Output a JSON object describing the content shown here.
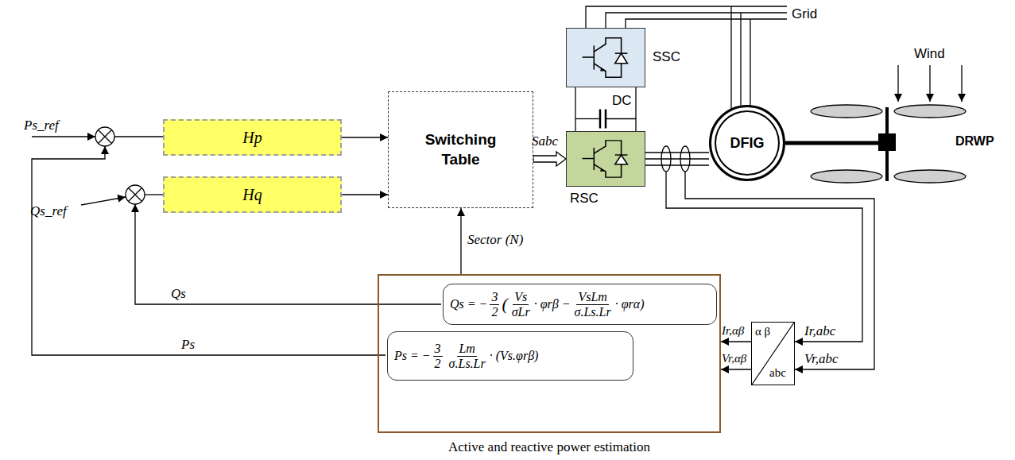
{
  "diagram": {
    "nodes": [
      {
        "text": [
          "Hp"
        ]
      },
      {
        "text": [
          "Hq"
        ]
      },
      {
        "text": [
          "Switching Table"
        ]
      },
      {
        "text": [
          "SSC"
        ]
      },
      {
        "text": [
          "RSC"
        ]
      },
      {
        "text": [
          "DFIG"
        ]
      },
      {
        "text": [
          "DRWP"
        ]
      },
      {
        "text": [
          "Active and reactive power estimation"
        ]
      },
      {
        "text": [
          "Qs = −",
          "3",
          "2",
          "(",
          "Vs",
          "σLr",
          "· φrβ −",
          "VsLm",
          "σ.Ls.Lr",
          "· φrα)"
        ],
        "in": 7
      },
      {
        "text": [
          "Ps = −",
          "3",
          "2",
          "Lm",
          "σ.Ls.Lr",
          "· (Vs.φrβ)"
        ],
        "in": 7
      },
      {
        "text": [
          "α β",
          "abc"
        ]
      }
    ],
    "edges": [
      {
        "from": 0,
        "to": 2,
        "arrow": "to"
      },
      {
        "from": 1,
        "to": 2,
        "arrow": "to"
      },
      {
        "from": 7,
        "to": 2,
        "arrow": "to",
        "label": "Sector (N)"
      },
      {
        "from": 2,
        "to": 4,
        "arrow": "to",
        "label": "Sabc"
      },
      {
        "from": 10,
        "to": 7,
        "arrow": "to",
        "label": "Ir,αβ"
      },
      {
        "from": 10,
        "to": 7,
        "arrow": "to",
        "label": "Vr,αβ"
      },
      {
        "from": 4,
        "to": 5,
        "arrow": "none"
      },
      {
        "from": 5,
        "to": 6,
        "arrow": "none"
      },
      {
        "from": 3,
        "to": 4,
        "arrow": "none"
      }
    ],
    "labels": [
      "Ps_ref",
      "Qs_ref",
      "Qs",
      "Ps",
      "DC",
      "Grid",
      "Wind",
      "Ir,abc",
      "Vr,abc"
    ]
  }
}
